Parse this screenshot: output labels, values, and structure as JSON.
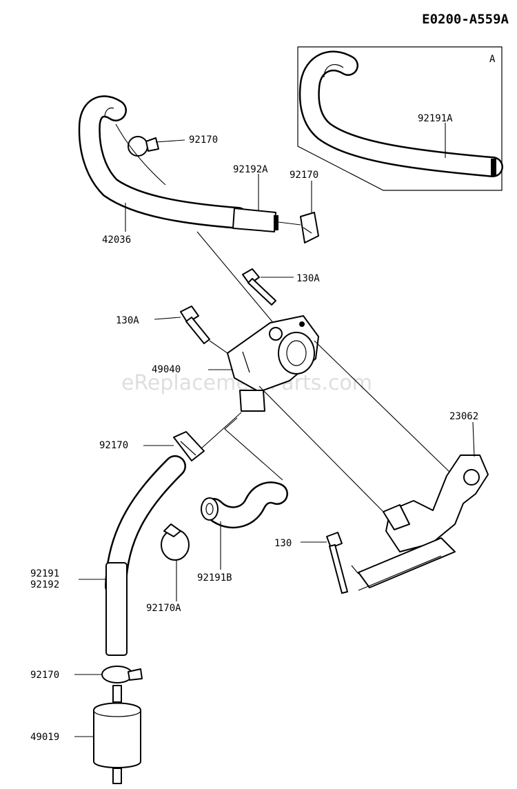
{
  "diagram_code": "E0200-A559A",
  "inset_label": "A",
  "watermark": "eReplacementParts.com",
  "callouts": {
    "clamp_top": "92170",
    "hose_end_top": "92192A",
    "clamp_top_right": "92170",
    "hose_top": "42036",
    "inset_hose": "92191A",
    "bolt_upper": "130A",
    "bolt_left": "130A",
    "fuel_pump": "49040",
    "bracket": "23062",
    "clamp_mid": "92170",
    "bolt_bracket": "130",
    "hose_short": "92191B",
    "clamp_small": "92170A",
    "hose_lower_1": "92191",
    "hose_lower_2": "92192",
    "clamp_bottom": "92170",
    "fuel_filter": "49019"
  }
}
